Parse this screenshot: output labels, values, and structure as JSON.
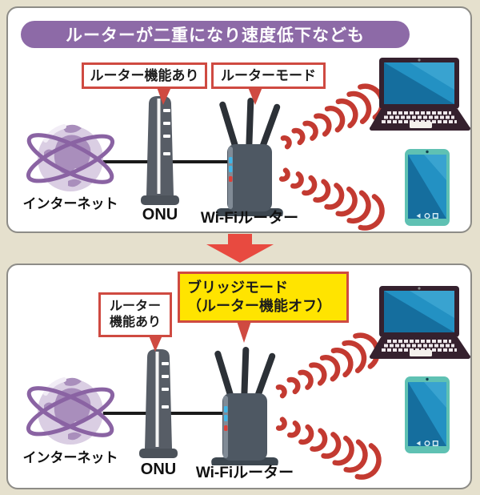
{
  "colors": {
    "background_beige": "#e5e0cd",
    "panel_white": "#ffffff",
    "panel_border_gray": "#8d8c87",
    "banner_purple": "#8d6aa7",
    "callout_border_red": "#cf4a41",
    "bridge_yellow": "#ffe400",
    "arrow_red": "#e84a40",
    "wifi_wave_red": "#c33a31",
    "globe_purple": "#a98ebc",
    "device_gray": "#4e5863",
    "screen_blue": "#1d7fb2"
  },
  "top_panel": {
    "banner": "ルーターが二重になり速度低下なども",
    "onu_callout": "ルーター機能あり",
    "router_callout": "ルーターモード",
    "internet_label": "インターネット",
    "onu_label": "ONU",
    "router_label": "Wi-Fiルーター"
  },
  "bottom_panel": {
    "onu_callout_line1": "ルーター",
    "onu_callout_line2": "機能あり",
    "router_callout_line1": "ブリッジモード",
    "router_callout_line2": "（ルーター機能オフ）",
    "internet_label": "インターネット",
    "onu_label": "ONU",
    "router_label": "Wi-Fiルーター"
  }
}
